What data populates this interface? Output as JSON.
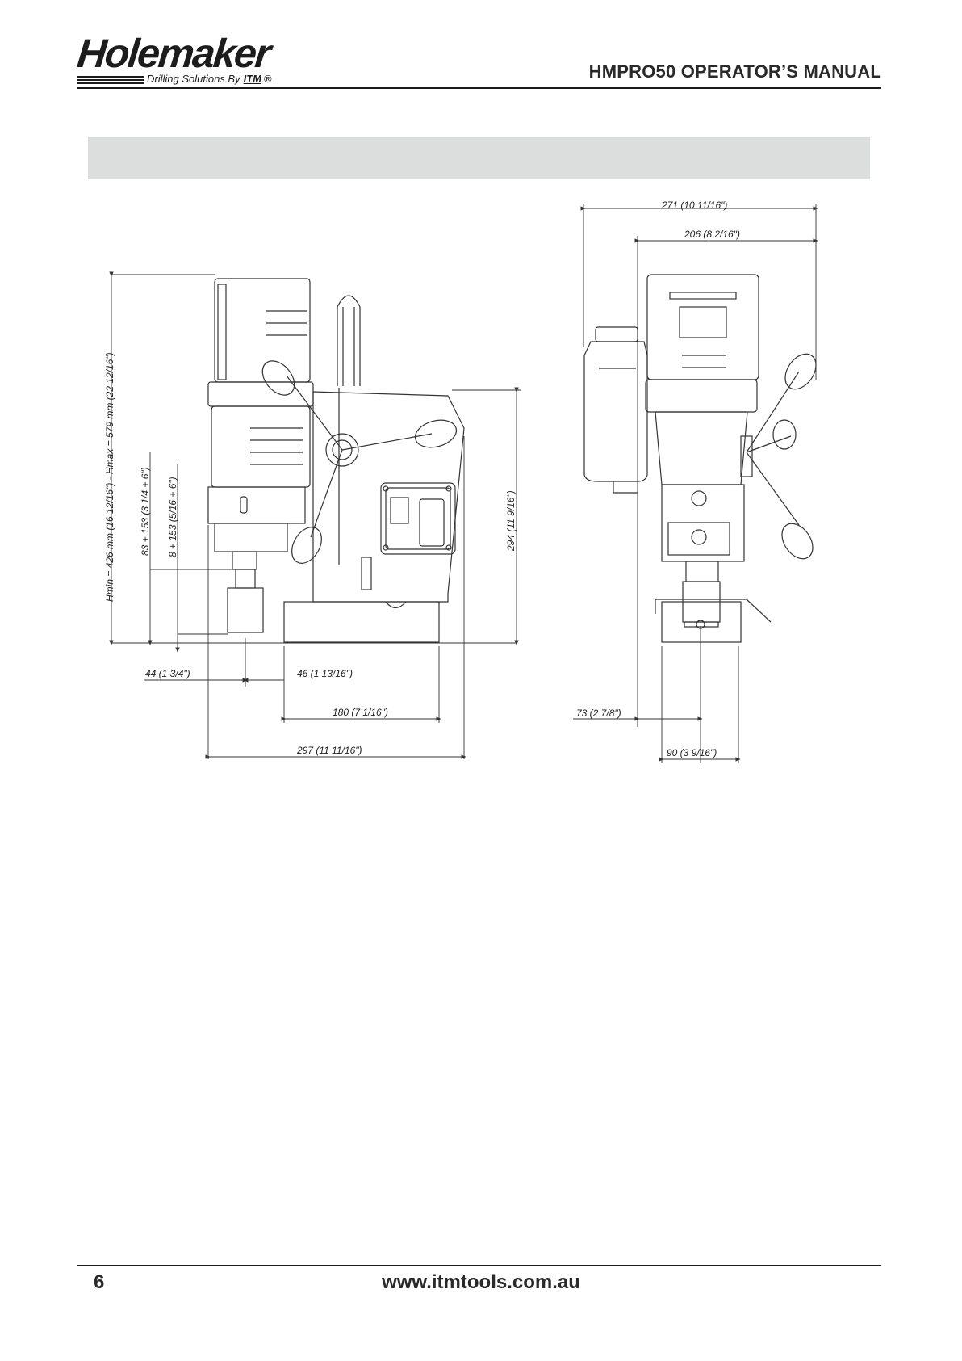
{
  "header": {
    "logo_word": "Holemaker",
    "logo_tagline": "Drilling Solutions By",
    "logo_itm": "ITM",
    "logo_reg": "®",
    "manual_title": "HMPRO50 OPERATOR’S MANUAL"
  },
  "dimensions": {
    "height_range": "Hmin = 426 mm (16   12/16\")  - Hmax = 579 mm (22   12/16\")",
    "stroke_a": "83  + 153 (3 1/4 + 6\")",
    "stroke_b": "8 + 153 (5/16 + 6\")",
    "column_height": "294  (11  9/16\")",
    "left_offset": "44  (1  3/4\")",
    "mid_offset": "46  (1  13/16\")",
    "base_length": "180  (7 1/16\")",
    "total_length": "297  (11  11/16\")",
    "total_width": "271  (10  11/16\")",
    "body_width": "206  (8  2/16\")",
    "side_offset": "73  (2 7/8\")",
    "base_width": "90  (3 9/16\")"
  },
  "footer": {
    "page_number": "6",
    "website": "www.itmtools.com.au"
  }
}
